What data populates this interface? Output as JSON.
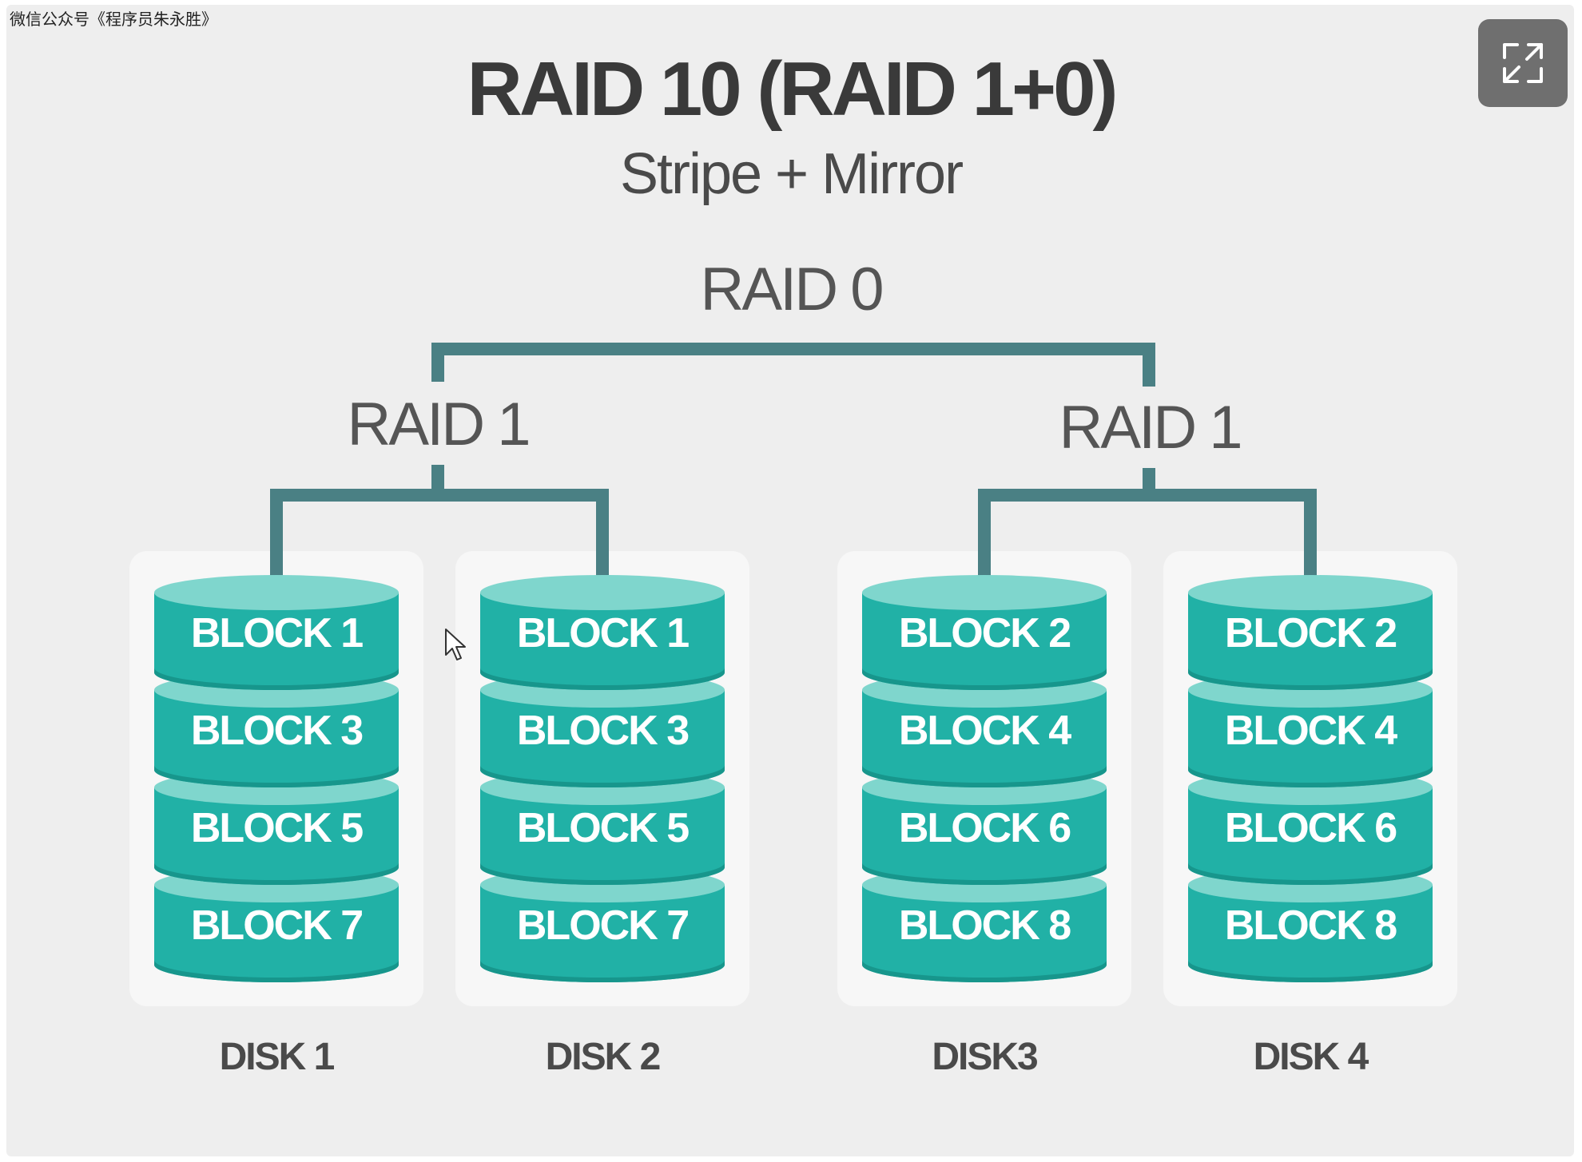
{
  "watermark": "微信公众号《程序员朱永胜》",
  "title": "RAID 10 (RAID 1+0)",
  "subtitle": "Stripe + Mirror",
  "raid0_label": "RAID 0",
  "groups": [
    {
      "label": "RAID 1"
    },
    {
      "label": "RAID 1"
    }
  ],
  "disks": [
    {
      "label": "DISK 1",
      "blocks": [
        "BLOCK 1",
        "BLOCK 3",
        "BLOCK 5",
        "BLOCK 7"
      ]
    },
    {
      "label": "DISK 2",
      "blocks": [
        "BLOCK 1",
        "BLOCK 3",
        "BLOCK 5",
        "BLOCK 7"
      ]
    },
    {
      "label": "DISK3",
      "blocks": [
        "BLOCK 2",
        "BLOCK 4",
        "BLOCK 6",
        "BLOCK 8"
      ]
    },
    {
      "label": "DISK 4",
      "blocks": [
        "BLOCK 2",
        "BLOCK 4",
        "BLOCK 6",
        "BLOCK 8"
      ]
    }
  ],
  "colors": {
    "disk_fill": "#21b1a6",
    "disk_top": "#7fd6cd",
    "disk_shadow": "#17968c",
    "connector": "#4a8084",
    "disk_bg": "#f7f7f7",
    "panel": "#eeeeee"
  },
  "icons": {
    "expand": "expand-icon",
    "cursor": "mouse-cursor-icon"
  }
}
